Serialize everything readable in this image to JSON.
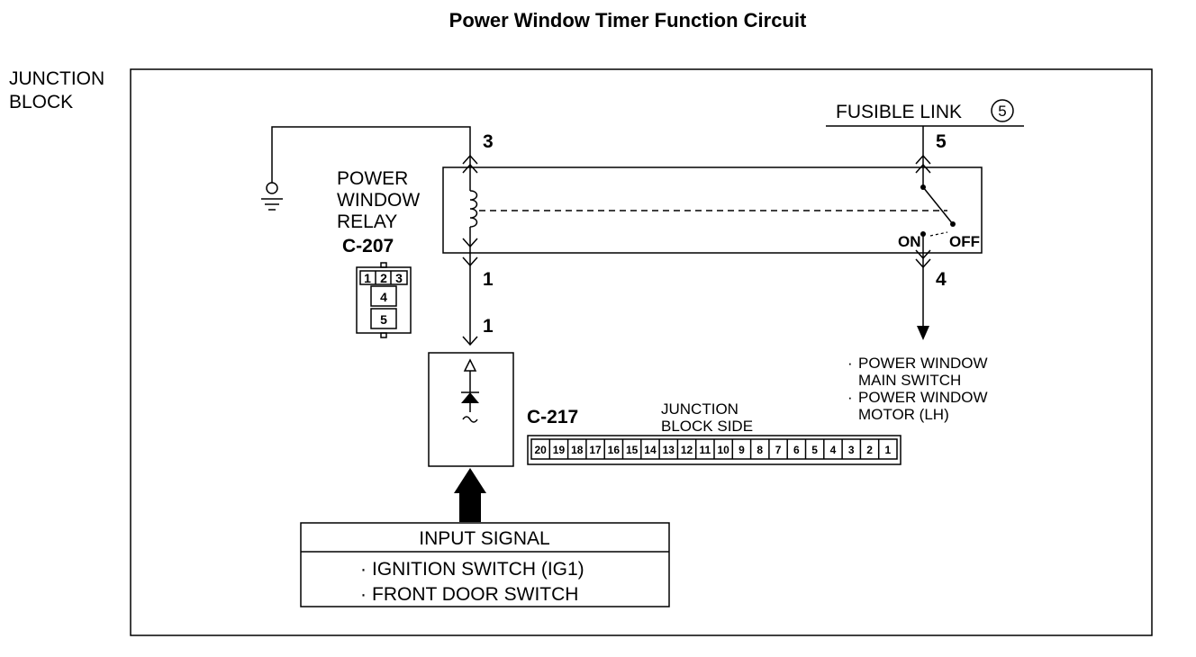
{
  "title": "Power Window Timer Function Circuit",
  "junction_block_label": [
    "JUNCTION",
    "BLOCK"
  ],
  "relay": {
    "label": [
      "POWER",
      "WINDOW",
      "RELAY"
    ],
    "connector": "C-207",
    "connector_cells": [
      "1",
      "2",
      "3",
      "4",
      "5"
    ],
    "pin_top": "3",
    "pin_bottom": "1",
    "pin_input": "1"
  },
  "fusible_link": {
    "label": "FUSIBLE LINK",
    "number": "5",
    "pin_top": "5",
    "pin_bottom": "4",
    "switch_on": "ON",
    "switch_off": "OFF"
  },
  "outputs": [
    "POWER WINDOW",
    "MAIN SWITCH",
    "POWER WINDOW",
    "MOTOR (LH)"
  ],
  "junction_connector": {
    "name": "C-217",
    "side_label": [
      "JUNCTION",
      "BLOCK SIDE"
    ],
    "pins": [
      "20",
      "19",
      "18",
      "17",
      "16",
      "15",
      "14",
      "13",
      "12",
      "11",
      "10",
      "9",
      "8",
      "7",
      "6",
      "5",
      "4",
      "3",
      "2",
      "1"
    ]
  },
  "input_signal": {
    "header": "INPUT SIGNAL",
    "items": [
      "IGNITION SWITCH (IG1)",
      "FRONT DOOR SWITCH"
    ]
  }
}
